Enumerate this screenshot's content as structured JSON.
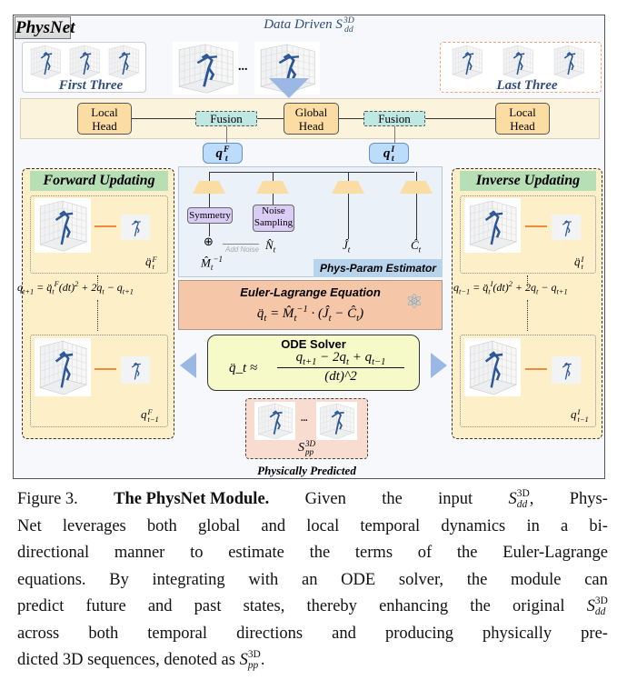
{
  "figure": {
    "badge": "PhysNet",
    "title": "Data Driven",
    "title_math": {
      "base": "S",
      "sup": "3D",
      "sub": "dd"
    },
    "ellipsis": "...",
    "first_three": "First Three",
    "last_three": "Last Three",
    "heads": {
      "local_left": [
        "Local",
        "Head"
      ],
      "global": [
        "Global",
        "Head"
      ],
      "local_right": [
        "Local",
        "Head"
      ],
      "fusion": "Fusion"
    },
    "q_forward": {
      "base": "q",
      "sup": "F",
      "sub": "t"
    },
    "q_inverse": {
      "base": "q",
      "sup": "I",
      "sub": "t"
    },
    "forward": {
      "title": "Forward Updating",
      "top_label": {
        "base": "q̈",
        "sup": "F",
        "sub": "t"
      },
      "formula": "q_{t+1} = q̈_t^F(dt)^2 + 2q_t − q_{t+1}",
      "bottom_label": {
        "base": "q",
        "sup": "F",
        "sub": "t−1"
      }
    },
    "inverse": {
      "title": "Inverse Updating",
      "top_label": {
        "base": "q̈",
        "sup": "I",
        "sub": "t"
      },
      "formula": "q_{t−1} = q̈_t^I(dt)^2 + 2q_t − q_{t+1}",
      "bottom_label": {
        "base": "q",
        "sup": "I",
        "sub": "t−1"
      }
    },
    "estimator": {
      "label": "Phys-Param Estimator",
      "symmetry": "Symmetry",
      "noise": [
        "Noise",
        "Sampling"
      ],
      "add_noise": "Add Noise",
      "outputs": {
        "m": "M̂",
        "n": "N̂",
        "j": "Ĵ",
        "c": "Ĉ"
      }
    },
    "euler": {
      "title": "Euler-Lagrange Equation",
      "formula": "q̈_t = M̂_t^{−1} · (Ĵ_t − Ĉ_t)"
    },
    "ode": {
      "title": "ODE Solver",
      "lhs": "q̈_t ≈",
      "numerator": "q_{t+1} − 2q_t + q_{t−1}",
      "denominator": "(dt)^2"
    },
    "output": {
      "math": {
        "base": "S",
        "sup": "3D",
        "sub": "pp"
      },
      "label": "Physically Predicted"
    },
    "colors": {
      "accent_blue": "#2f4d7a",
      "head": "#fbdca3",
      "fusion": "#bfe8e2",
      "q_box": "#bcdcfb",
      "panel": "#fdf0c9",
      "euler": "#f5c6a7",
      "ode": "#f6f9c8",
      "arrow_orange": "#f08a3c"
    }
  },
  "caption": {
    "lines": [
      "Figure 3.|The PhysNet Module.|Given the input S^{3D}_{dd}, Phys-",
      "Net leverages both global and local temporal dynamics in a bi-",
      "directional manner to estimate the terms of the Euler-Lagrange",
      "equations.  By integrating with an ODE solver, the module can",
      "predict future and past states, thereby enhancing the original S^{3D}_{dd}",
      "across both temporal directions and producing physically pre-",
      "dicted 3D sequences, denoted as S^{3D}_{pp}."
    ]
  }
}
